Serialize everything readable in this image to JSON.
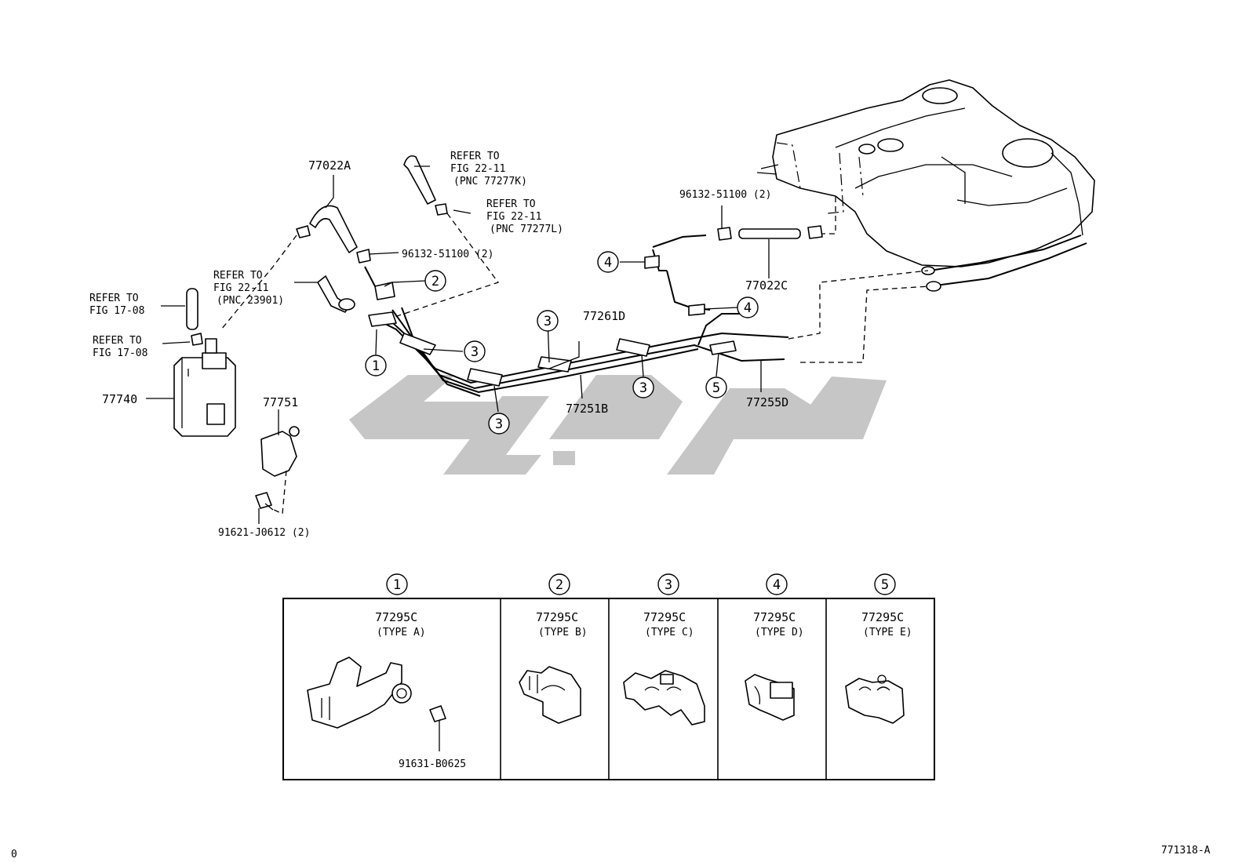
{
  "labels": {
    "p77022A": "77022A",
    "refer_7727K": [
      "REFER TO",
      "FIG 22-11",
      "(PNC 77277K)"
    ],
    "refer_7727L": [
      "REFER TO",
      "FIG 22-11",
      "(PNC 77277L)"
    ],
    "clamp_left": "96132-51100 (2)",
    "clamp_right": "96132-51100 (2)",
    "refer_23901": [
      "REFER TO",
      "FIG 22-11",
      "(PNC 23901)"
    ],
    "refer_17_08_a": [
      "REFER TO",
      "FIG 17-08"
    ],
    "refer_17_08_b": [
      "REFER TO",
      "FIG 17-08"
    ],
    "p77740": "77740",
    "p77751": "77751",
    "bolt_91621": "91621-J0612 (2)",
    "p77261D": "77261D",
    "p77251B": "77251B",
    "p77255D": "77255D",
    "p77022C": "77022C",
    "figure_code": "771318-A",
    "corner_mark": "0"
  },
  "callouts": [
    "1",
    "2",
    "3",
    "4",
    "5"
  ],
  "detail_panels": [
    {
      "num": "1",
      "part": "77295C",
      "type": "(TYPE A)",
      "extra": "91631-B0625"
    },
    {
      "num": "2",
      "part": "77295C",
      "type": "(TYPE B)"
    },
    {
      "num": "3",
      "part": "77295C",
      "type": "(TYPE C)"
    },
    {
      "num": "4",
      "part": "77295C",
      "type": "(TYPE D)"
    },
    {
      "num": "5",
      "part": "77295C",
      "type": "(TYPE E)"
    }
  ]
}
